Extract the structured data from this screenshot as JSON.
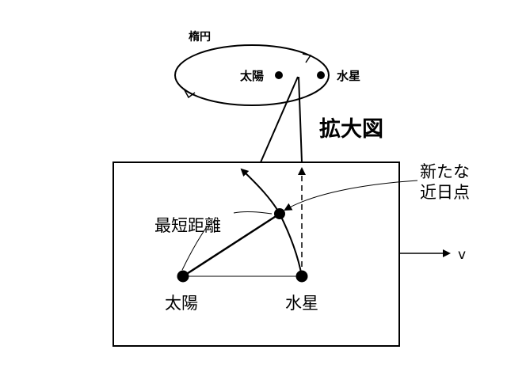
{
  "labels": {
    "ellipse": "楕円",
    "sun_top": "太陽",
    "mercury_top": "水星",
    "zoom_title": "拡大図",
    "new_perihelion_line1": "新たな",
    "new_perihelion_line2": "近日点",
    "shortest_distance": "最短距離",
    "velocity": "v",
    "sun_bottom": "太陽",
    "mercury_bottom": "水星"
  },
  "colors": {
    "ink": "#000000",
    "background": "#ffffff"
  }
}
